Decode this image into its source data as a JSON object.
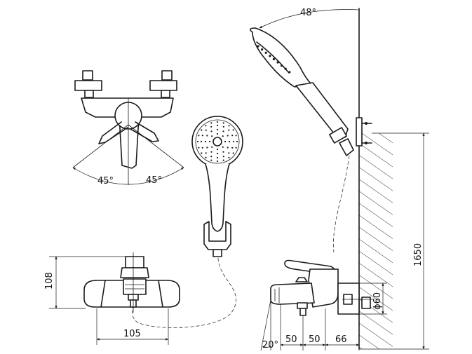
{
  "dimensions": {
    "angle_left": "45°",
    "angle_right": "45°",
    "shower_angle": "48°",
    "height_108": "108",
    "width_105": "105",
    "height_1650": "1650",
    "diameter_60": "ϕ60",
    "angle_20": "20°",
    "len_50_a": "50",
    "len_50_b": "50",
    "len_66": "66"
  },
  "colors": {
    "line": "#1a1a1a",
    "background": "#ffffff"
  }
}
